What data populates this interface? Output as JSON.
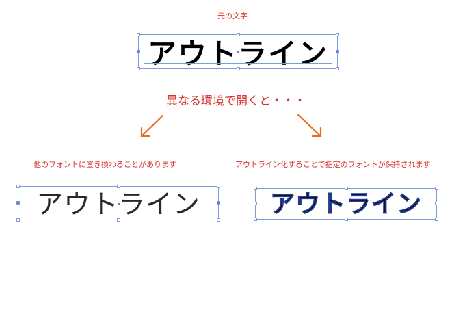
{
  "top_caption": "元の文字",
  "middle_caption": "異なる環境で開くと・・・",
  "left_caption": "他のフォントに置き換わることがあります",
  "right_caption": "アウトライン化することで指定のフォントが保持されます",
  "sample_word": "アウトライン",
  "colors": {
    "caption_red": "#d8312a",
    "arrow_orange": "#ea6a1f",
    "selection_blue": "#7f9bd9"
  }
}
